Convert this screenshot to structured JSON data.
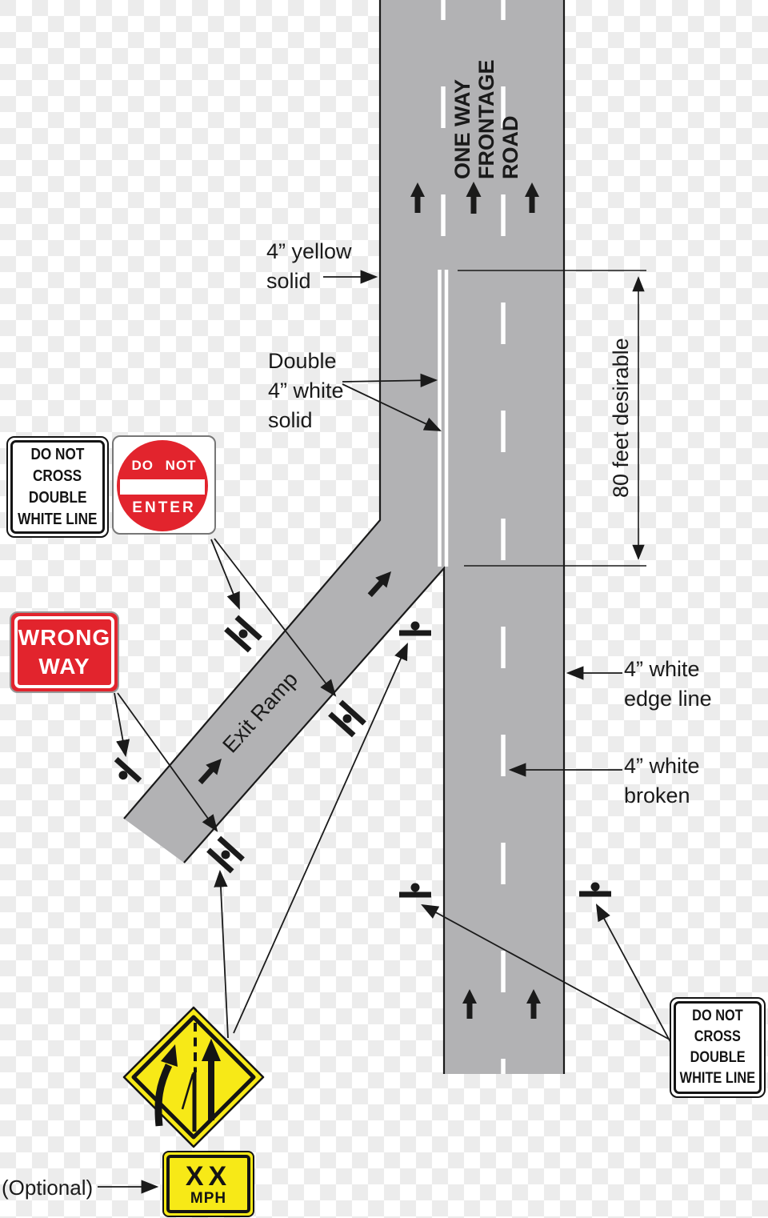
{
  "figure": {
    "background": {
      "checker_white": "#ffffff",
      "checker_gray": "#ececec"
    },
    "colors": {
      "pavement_gray": "#b2b2b4",
      "outline_black": "#1a1a1a",
      "marking_white": "#ffffff",
      "sign_red": "#e2242d",
      "warning_yellow": "#f7e917"
    }
  },
  "road": {
    "name_label": "ONE WAY\nFRONTAGE ROAD",
    "exit_ramp_label": "Exit Ramp"
  },
  "callouts": {
    "yellow_solid": "4” yellow\nsolid",
    "double_white_solid": "Double\n4” white\nsolid",
    "dimension": "80 feet desirable",
    "white_edge_line": "4” white\nedge line",
    "white_broken": "4” white\nbroken",
    "optional": "(Optional)"
  },
  "signs": {
    "do_not_cross_left": {
      "lines": [
        "DO NOT",
        "CROSS",
        "DOUBLE",
        "WHITE LINE"
      ]
    },
    "do_not_enter": {
      "top": "DO NOT",
      "bottom": "ENTER"
    },
    "wrong_way": {
      "lines": [
        "WRONG",
        "WAY"
      ]
    },
    "do_not_cross_right": {
      "lines": [
        "DO NOT",
        "CROSS",
        "DOUBLE",
        "WHITE LINE"
      ]
    },
    "speed_plaque": {
      "speed": "XX",
      "unit": "MPH"
    }
  }
}
